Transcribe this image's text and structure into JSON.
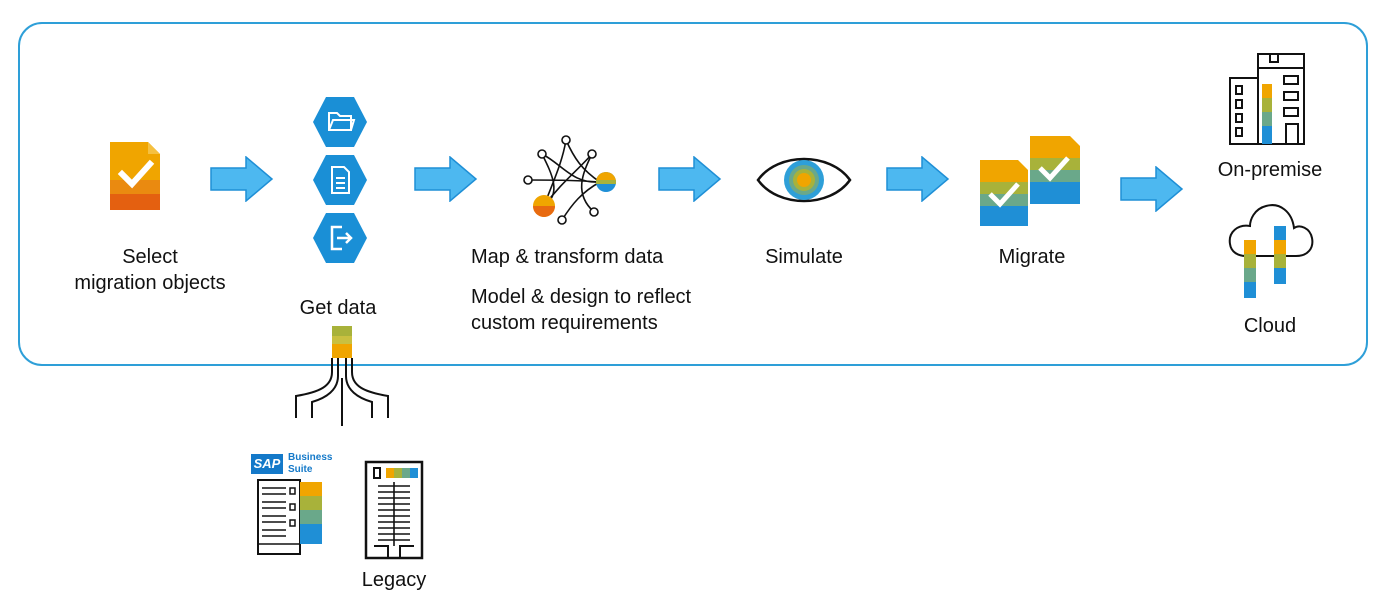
{
  "steps": {
    "select": {
      "label_line1": "Select",
      "label_line2": "migration objects"
    },
    "get_data": {
      "label": "Get data"
    },
    "map": {
      "label": "Map & transform data",
      "sublabel_line1": "Model & design to reflect",
      "sublabel_line2": "custom requirements"
    },
    "simulate": {
      "label": "Simulate"
    },
    "migrate": {
      "label": "Migrate"
    }
  },
  "targets": {
    "on_premise": "On-premise",
    "cloud": "Cloud"
  },
  "sources": {
    "sap_logo": "SAP",
    "sap_suite_line1": "Business",
    "sap_suite_line2": "Suite",
    "legacy": "Legacy"
  },
  "colors": {
    "border": "#2e9fd8",
    "arrow_fill": "#4db8f0",
    "hexagon": "#1a8fd6",
    "orange": "#f0a500",
    "dark_orange": "#e86a10",
    "olive": "#a8b23a",
    "green": "#6aa88a",
    "blue": "#1f8fd6"
  },
  "icons": [
    "checklist-icon",
    "folder-icon",
    "document-icon",
    "export-icon",
    "network-icon",
    "eye-icon",
    "migrate-checklist-icon",
    "building-icon",
    "cloud-icon",
    "merge-icon",
    "server-icon",
    "legacy-tower-icon"
  ]
}
